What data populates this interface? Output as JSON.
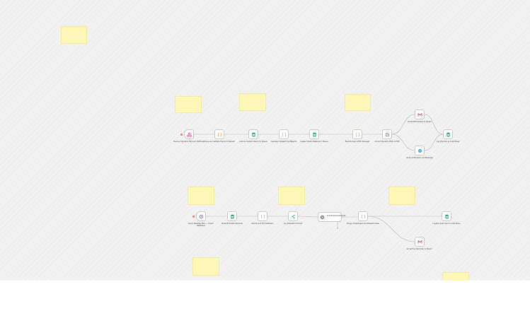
{
  "workflow": {
    "row1": {
      "nodes": [
        {
          "label": "Receive Signature Payment Webhook",
          "icon": "webhook-icon"
        },
        {
          "label": "Parse and Validate Payment Payload",
          "icon": "code-braces-icon"
        },
        {
          "label": "Look Up Student Record in Sheets",
          "icon": "google-sheets-icon"
        },
        {
          "label": "Calculate Updated Fee Balance",
          "icon": "code-braces-icon"
        },
        {
          "label": "Update Student Balance in Sheets",
          "icon": "google-sheets-icon"
        },
        {
          "label": "Build Receipt HTML Message",
          "icon": "code-braces-icon"
        },
        {
          "label": "Convert Receipt HTML to PDF",
          "icon": "html-to-pdf-icon"
        },
        {
          "label": "Email PDF Receipt to Parent",
          "icon": "gmail-icon"
        },
        {
          "label": "Send Confirmation via WhatsApp",
          "icon": "whatsapp-icon"
        },
        {
          "label": "Log Payment to Audit Sheet",
          "icon": "google-sheets-icon"
        }
      ]
    },
    "row2": {
      "nodes": [
        {
          "label": "Every Weekday 8am — Check Defaulters",
          "icon": "clock-icon"
        },
        {
          "label": "Read All Student Records",
          "icon": "google-sheets-icon"
        },
        {
          "label": "Identify and Tier Defaulters",
          "icon": "code-braces-icon"
        },
        {
          "label": "Any Defaulters Found?",
          "icon": "if-branch-icon"
        },
        {
          "label": "AI Draft Personalized R...",
          "icon": "openai-icon"
        },
        {
          "label": "Merge AI Messages with Defaulter Data",
          "icon": "code-braces-icon"
        },
        {
          "label": "Log Reminder Sent to Audit Sheet",
          "icon": "google-sheets-icon"
        },
        {
          "label": "Email Fee Reminder to Parent",
          "icon": "gmail-icon"
        }
      ]
    }
  },
  "colors": {
    "canvas": "#f2f2f2",
    "sticky": "#fff7b8",
    "wire": "#b5b5b5",
    "trigger_pin": "#ff6d5a",
    "sheets_green": "#21a464",
    "code_orange": "#ff9a3c",
    "webhook_pink": "#e0407a",
    "gmail_red": "#d93025",
    "whatsapp_blue": "#2aa9e0",
    "pdf_blue": "#3f72b3",
    "if_teal": "#1f9a8a"
  }
}
